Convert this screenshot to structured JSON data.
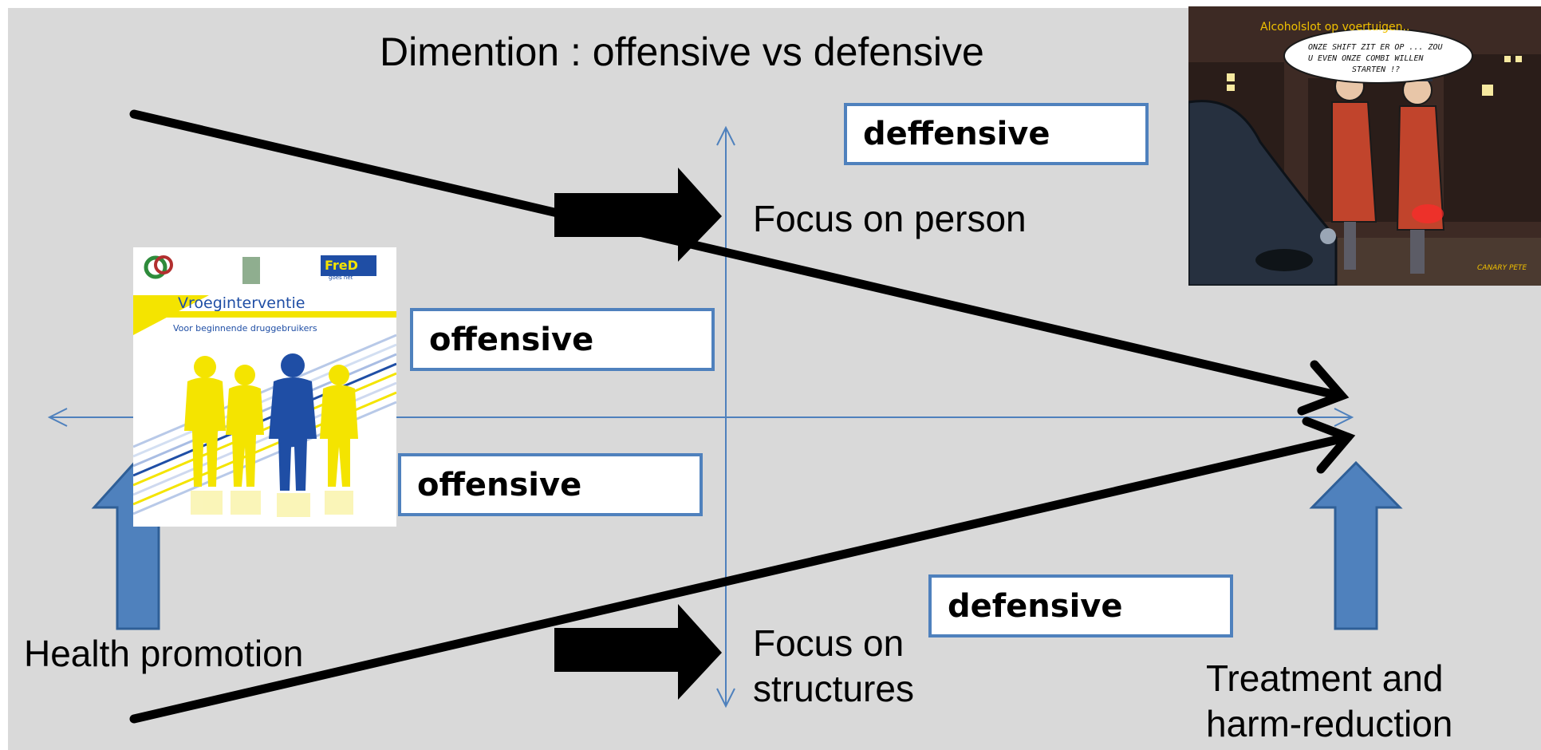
{
  "title": "Dimention : offensive vs defensive",
  "labels": {
    "focus_person": "Focus on person",
    "focus_structures_1": "Focus on",
    "focus_structures_2": "structures",
    "health_promotion": "Health promotion",
    "treatment_1": "Treatment and",
    "treatment_2": "harm-reduction"
  },
  "boxes": {
    "top_right": "deffensive",
    "upper_left": "offensive",
    "lower_left": "offensive",
    "bottom_right": "defensive"
  },
  "poster": {
    "heading": "Vroeginterventie",
    "subheading": "Voor beginnende druggebruikers",
    "logo_text": "FreD",
    "logo_sub": "goes net"
  },
  "cartoon": {
    "caption": "Alcoholslot op voertuigen..",
    "speech_1": "ONZE SHIFT ZIT ER OP ... ZOU",
    "speech_2": "U EVEN ONZE COMBI WILLEN",
    "speech_3": "STARTEN !?",
    "signature": "CANARY PETE"
  },
  "colors": {
    "background": "#d9d9d9",
    "axis": "#4f81bd",
    "box_border": "#4f81bd",
    "block_arrow": "#4f81bd"
  }
}
